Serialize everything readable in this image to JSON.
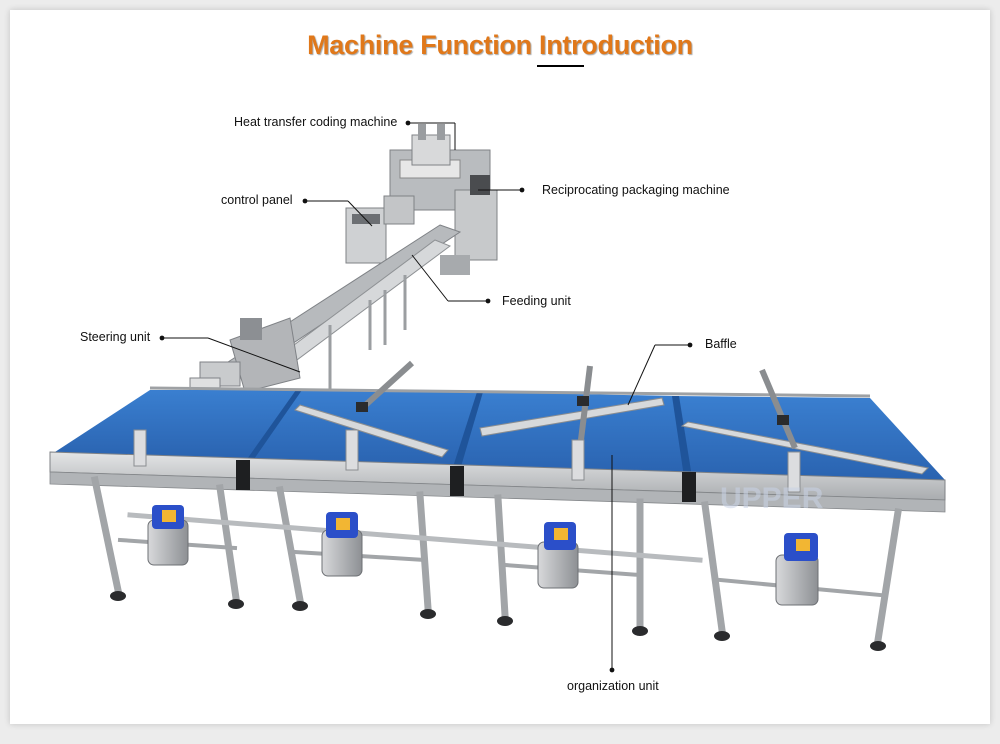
{
  "title": {
    "text": "Machine Function Introduction",
    "color": "#e0781a"
  },
  "labels": {
    "heat_transfer": "Heat transfer coding machine",
    "control_panel": "control panel",
    "reciprocating": "Reciprocating packaging machine",
    "feeding_unit": "Feeding unit",
    "steering_unit": "Steering unit",
    "baffle": "Baffle",
    "organization_unit": "organization unit"
  },
  "colors": {
    "belt": "#2f6fc0",
    "belt_dark": "#1f549a",
    "steel": "#c4c6c8",
    "steel_dark": "#8e9194",
    "motor_blue": "#2b4fc9",
    "motor_yellow": "#f2b633"
  }
}
